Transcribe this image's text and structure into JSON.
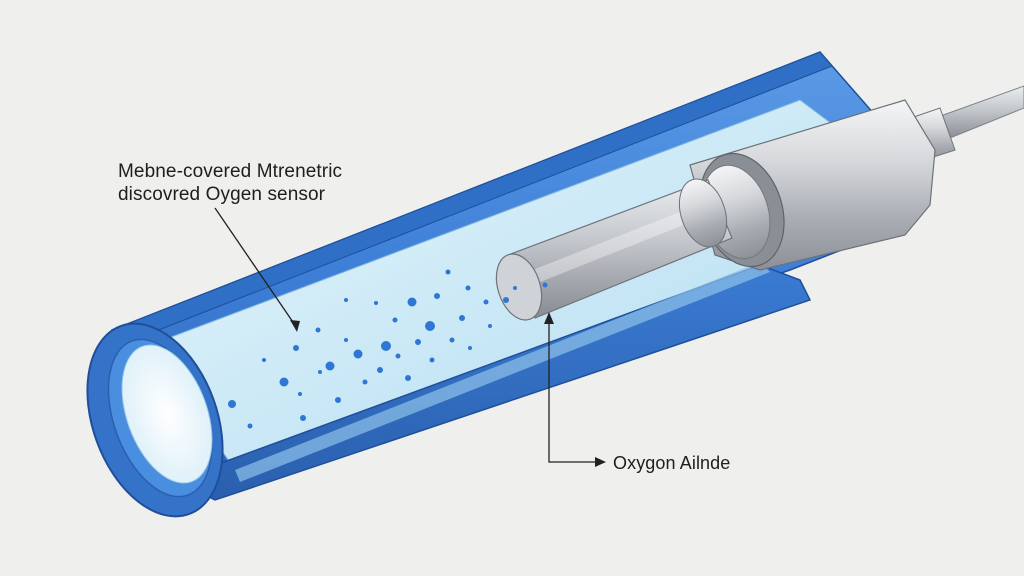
{
  "labels": {
    "sensor_line1": "Mebne-covered Mtrenetric",
    "sensor_line2": "discovred Oygen sensor",
    "oxygen_anode": "Oxygon Ailnde"
  },
  "colors": {
    "background": "#efefed",
    "tube_blue": "#3d7fd6",
    "tube_blue_dark": "#2f67bb",
    "inner_fill": "#cde9f6",
    "bubble": "#2f77d4",
    "rod_silver": "#c9ccd1",
    "leader_line": "#222222"
  },
  "icons": [
    "arrowhead-icon"
  ]
}
